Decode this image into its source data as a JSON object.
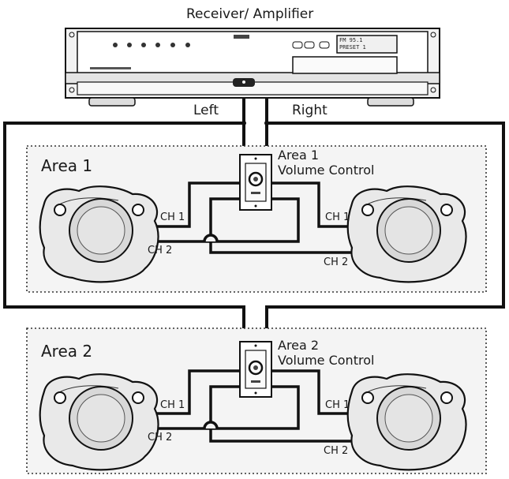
{
  "receiver": {
    "title": "Receiver/ Amplifier",
    "display_line1": "FM 95.1",
    "display_line2": "PRESET 1"
  },
  "outputs": {
    "left": "Left",
    "right": "Right"
  },
  "areas": [
    {
      "label": "Area 1",
      "volume_control": [
        "Area 1",
        "Volume Control"
      ],
      "speaker_labels": {
        "ch1_left": "CH 1",
        "ch2_left": "CH 2",
        "ch1_right": "CH 1",
        "ch2_right": "CH 2"
      }
    },
    {
      "label": "Area 2",
      "volume_control": [
        "Area 2",
        "Volume Control"
      ],
      "speaker_labels": {
        "ch1_left": "CH 1",
        "ch2_left": "CH 2",
        "ch1_right": "CH 1",
        "ch2_right": "CH 2"
      }
    }
  ],
  "colors": {
    "line": "#111111",
    "panel": "#f4f4f4",
    "rock": "#e9e9e9",
    "speaker": "#d8d8d8"
  }
}
